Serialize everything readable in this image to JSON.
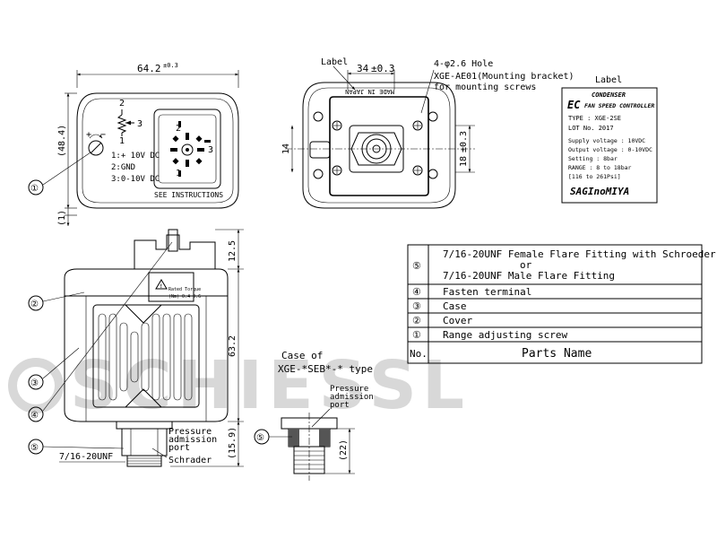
{
  "watermark": "SCHIESSL",
  "top_view": {
    "width_dim": "64.2",
    "width_tol": "±0.3",
    "height_dim": "(48.4)",
    "offset_dim": "(1)",
    "pot_label_1": "1",
    "pot_label_2": "2",
    "pot_label_3": "3",
    "plus_sign": "+",
    "minus_sign": "−",
    "terminal_label_1": "1",
    "terminal_label_2": "2",
    "terminal_label_3": "3",
    "legend_1": "1:+ 10V DC",
    "legend_2": "2:GND",
    "legend_3": "3:0-10V DC",
    "see_instructions": "SEE INSTRUCTIONS",
    "callout": "①"
  },
  "bottom_view": {
    "label_caption": "Label",
    "width_dim": "34",
    "width_tol": "±0.3",
    "hole_note": "4-φ2.6 Hole",
    "bracket_note_1": "XGE-AE01(Mounting bracket)",
    "bracket_note_2": "for mounting screws",
    "made_in": "MADE IN JAPAN",
    "dim_14": "14",
    "dim_18": "18",
    "dim_18_tol": "±0.3"
  },
  "label_panel": {
    "caption": "Label",
    "line_condenser": "CONDENSER",
    "logo_ec": "EC",
    "line_controller": "FAN SPEED CONTROLLER",
    "type": "TYPE : XGE-2SE",
    "lot": "LOT No. 2017",
    "supply": "Supply voltage : 10VDC",
    "output": "Output voltage : 0-10VDC",
    "setting": "Setting : 8bar",
    "range": "RANGE : 8 to 18bar",
    "psi": "[116 to 261Psi]",
    "brand": "SAGInoMIYA"
  },
  "front_view": {
    "dim_12_5": "12.5",
    "dim_63_2": "63.2",
    "dim_15_9": "(15.9)",
    "warning_line_1": "Rated Torque",
    "warning_line_2": "(Nm) 0.4~0.6",
    "pressure_label_1": "Pressure",
    "pressure_label_2": "admission",
    "pressure_label_3": "port",
    "thread_label": "7/16-20UNF",
    "schrader_label": "Schrader",
    "callout_2": "②",
    "callout_3": "③",
    "callout_4": "④",
    "callout_5": "⑤"
  },
  "case_view": {
    "title_1": "Case of",
    "title_2": "XGE-*SEB*-* type",
    "pressure_label_1": "Pressure",
    "pressure_label_2": "admission",
    "pressure_label_3": "port",
    "dim_22": "(22)",
    "callout_5": "⑤"
  },
  "parts_table": {
    "rows": [
      {
        "no": "⑤",
        "name_1": "7/16-20UNF Female Flare Fitting with Schroeder",
        "name_2": "or",
        "name_3": "7/16-20UNF Male Flare Fitting"
      },
      {
        "no": "④",
        "name_1": "Fasten terminal"
      },
      {
        "no": "③",
        "name_1": "Case"
      },
      {
        "no": "②",
        "name_1": "Cover"
      },
      {
        "no": "①",
        "name_1": "Range adjusting screw"
      }
    ],
    "header_no": "No.",
    "header_name": "Parts Name"
  }
}
